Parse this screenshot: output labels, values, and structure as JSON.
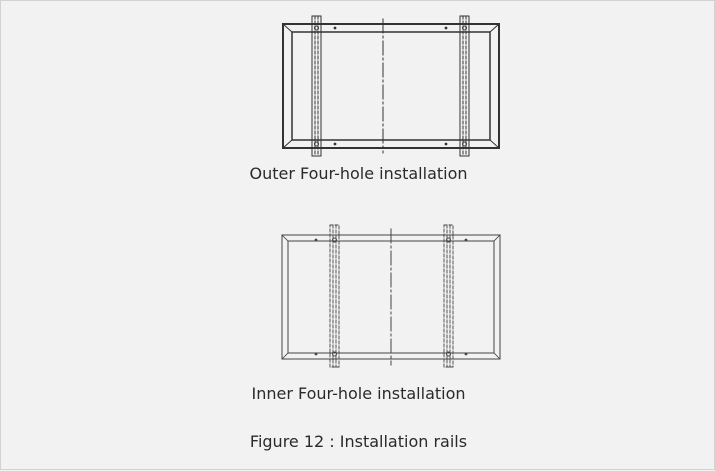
{
  "figure": {
    "caption": "Figure 12 : Installation rails"
  },
  "diagrams": [
    {
      "caption": "Outer Four-hole installation"
    },
    {
      "caption": "Inner Four-hole installation"
    }
  ],
  "colors": {
    "background": "#f2f2f2",
    "line": "#333333",
    "text": "#2a2a2a"
  }
}
